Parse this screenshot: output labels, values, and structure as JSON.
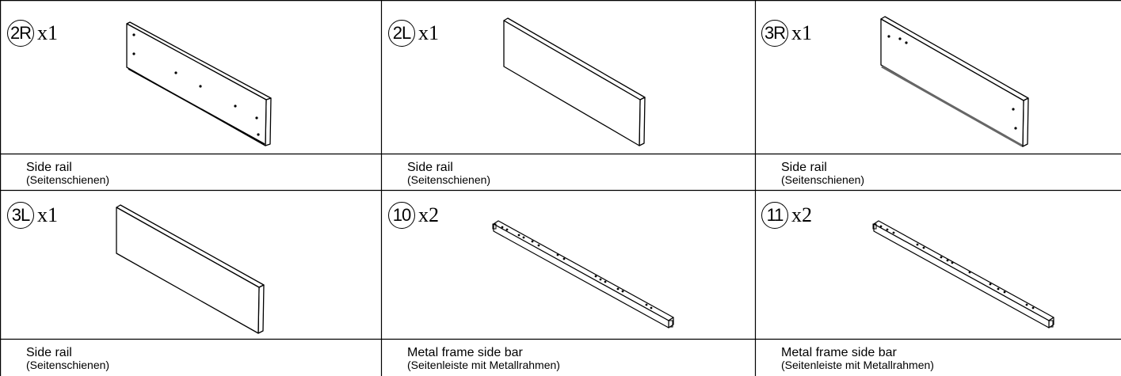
{
  "parts": [
    {
      "id": "2R",
      "qty": "x1",
      "name": "Side rail",
      "subtitle": "(Seitenschienen)",
      "icon": "side-rail-panel-with-holes"
    },
    {
      "id": "2L",
      "qty": "x1",
      "name": "Side rail",
      "subtitle": "(Seitenschienen)",
      "icon": "side-rail-panel-plain"
    },
    {
      "id": "3R",
      "qty": "x1",
      "name": "Side rail",
      "subtitle": "(Seitenschienen)",
      "icon": "side-rail-panel-with-holes"
    },
    {
      "id": "3L",
      "qty": "x1",
      "name": "Side rail",
      "subtitle": "(Seitenschienen)",
      "icon": "side-rail-panel-plain"
    },
    {
      "id": "10",
      "qty": "x2",
      "name": "Metal frame side bar",
      "subtitle": "(Seitenleiste mit Metallrahmen)",
      "icon": "metal-bar"
    },
    {
      "id": "11",
      "qty": "x2",
      "name": "Metal frame side bar",
      "subtitle": "(Seitenleiste mit Metallrahmen)",
      "icon": "metal-bar"
    }
  ]
}
